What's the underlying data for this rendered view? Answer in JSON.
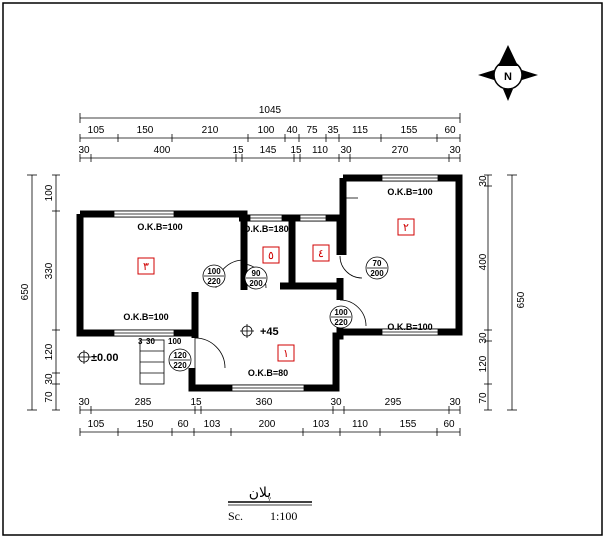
{
  "north_label": "N",
  "dims": {
    "top_total": "1045",
    "top_row1": [
      "105",
      "150",
      "210",
      "100",
      "40",
      "75",
      "35",
      "115",
      "155",
      "60"
    ],
    "top_row2": [
      "30",
      "400",
      "15",
      "145",
      "15",
      "110",
      "30",
      "270",
      "30"
    ],
    "bottom_row1": [
      "30",
      "285",
      "15",
      "360",
      "30",
      "295",
      "30"
    ],
    "bottom_row2": [
      "105",
      "150",
      "60",
      "103",
      "200",
      "103",
      "110",
      "155",
      "60"
    ],
    "left_total": "650",
    "left_parts": [
      "100",
      "330",
      "120",
      "30",
      "70"
    ],
    "right_total": "650",
    "right_parts": [
      "30",
      "400",
      "30",
      "120",
      "70"
    ]
  },
  "windows": {
    "room3_top": "O.K.B=100",
    "room3_bottom": "O.K.B=100",
    "room5_top": "O.K.B=180",
    "room2_top": "O.K.B=100",
    "room2_bottom": "O.K.B=100",
    "room1_bottom": "O.K.B=80"
  },
  "doors": [
    {
      "w": "100",
      "h": "220"
    },
    {
      "w": "90",
      "h": "200"
    },
    {
      "w": "70",
      "h": "200"
    },
    {
      "w": "100",
      "h": "220"
    },
    {
      "w": "120",
      "h": "220"
    }
  ],
  "rooms": [
    "٣",
    "٥",
    "٤",
    "٢",
    "١"
  ],
  "levels": {
    "hall": "+45",
    "entry": "±0.00",
    "stair_a": "3",
    "stair_b": "30",
    "stair_c": "100"
  },
  "title": "پلان",
  "scale_label": "Sc.",
  "scale_value": "1:100"
}
